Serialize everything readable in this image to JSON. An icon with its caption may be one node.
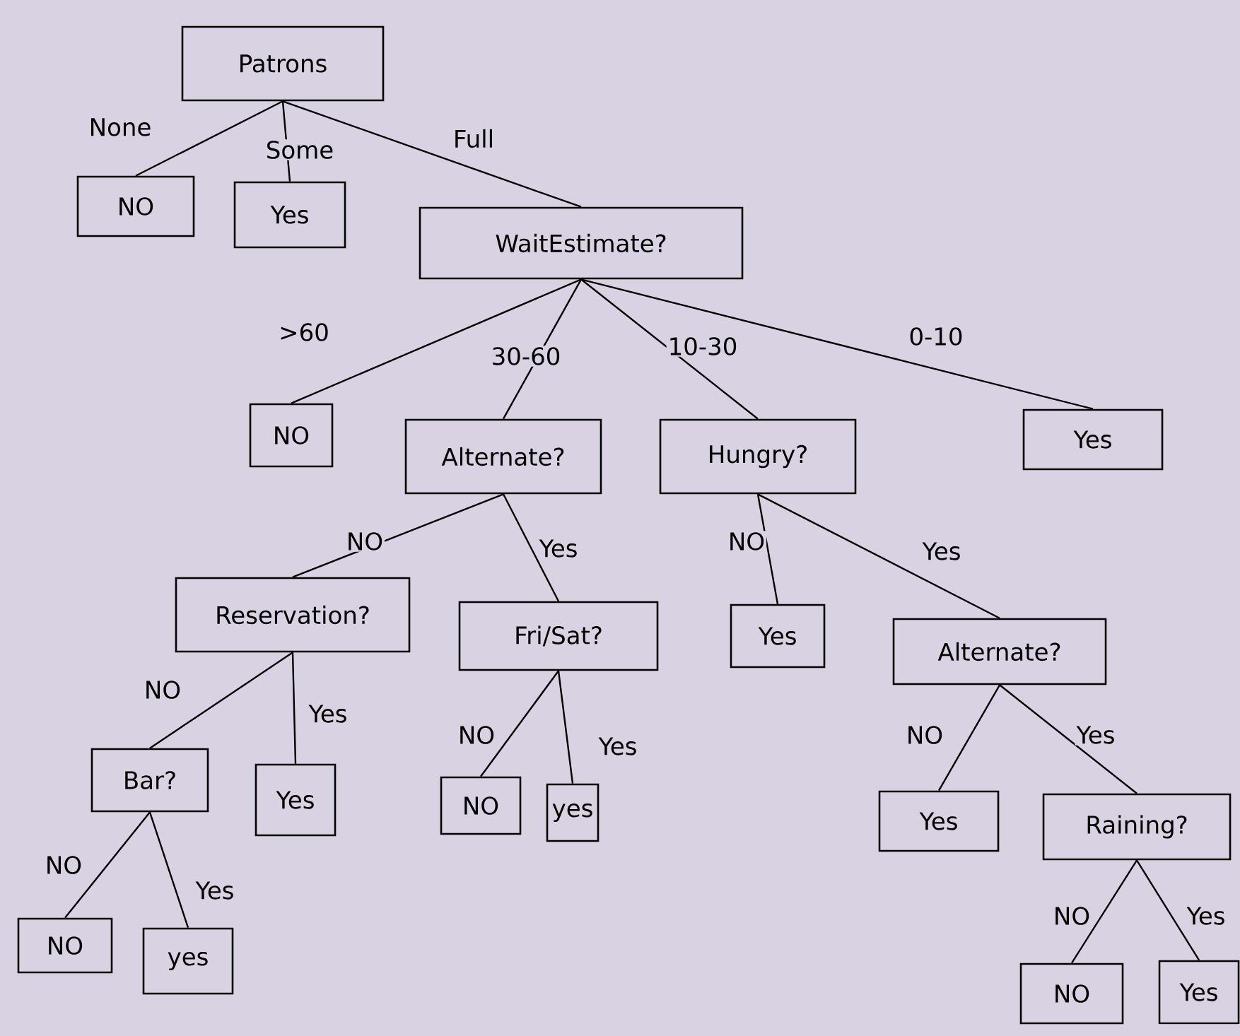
{
  "diagram": {
    "nodes": [
      {
        "text": [
          "Patrons"
        ]
      },
      {
        "text": [
          "NO"
        ]
      },
      {
        "text": [
          "Yes"
        ]
      },
      {
        "text": [
          "WaitEstimate?"
        ]
      },
      {
        "text": [
          "NO"
        ]
      },
      {
        "text": [
          "Alternate?"
        ]
      },
      {
        "text": [
          "Hungry?"
        ]
      },
      {
        "text": [
          "Yes"
        ]
      },
      {
        "text": [
          "Reservation?"
        ]
      },
      {
        "text": [
          "Fri/Sat?"
        ]
      },
      {
        "text": [
          "Yes"
        ]
      },
      {
        "text": [
          "Alternate?"
        ]
      },
      {
        "text": [
          "Bar?"
        ]
      },
      {
        "text": [
          "Yes"
        ]
      },
      {
        "text": [
          "NO"
        ]
      },
      {
        "text": [
          "yes"
        ]
      },
      {
        "text": [
          "Yes"
        ]
      },
      {
        "text": [
          "Raining?"
        ]
      },
      {
        "text": [
          "NO"
        ]
      },
      {
        "text": [
          "yes"
        ]
      },
      {
        "text": [
          "NO"
        ]
      },
      {
        "text": [
          "Yes"
        ]
      }
    ],
    "edges": [
      {
        "from": 0,
        "to": 1,
        "arrow": "none",
        "label": "None"
      },
      {
        "from": 0,
        "to": 2,
        "arrow": "none",
        "label": "Some"
      },
      {
        "from": 0,
        "to": 3,
        "arrow": "none",
        "label": "Full"
      },
      {
        "from": 3,
        "to": 4,
        "arrow": "none",
        "label": ">60"
      },
      {
        "from": 3,
        "to": 5,
        "arrow": "none",
        "label": "30-60"
      },
      {
        "from": 3,
        "to": 6,
        "arrow": "none",
        "label": "10-30"
      },
      {
        "from": 3,
        "to": 7,
        "arrow": "none",
        "label": "0-10"
      },
      {
        "from": 5,
        "to": 8,
        "arrow": "none",
        "label": "NO"
      },
      {
        "from": 5,
        "to": 9,
        "arrow": "none",
        "label": "Yes"
      },
      {
        "from": 6,
        "to": 10,
        "arrow": "none",
        "label": "NO"
      },
      {
        "from": 6,
        "to": 11,
        "arrow": "none",
        "label": "Yes"
      },
      {
        "from": 8,
        "to": 12,
        "arrow": "none",
        "label": "NO"
      },
      {
        "from": 8,
        "to": 13,
        "arrow": "none",
        "label": "Yes"
      },
      {
        "from": 9,
        "to": 14,
        "arrow": "none",
        "label": "NO"
      },
      {
        "from": 9,
        "to": 15,
        "arrow": "none",
        "label": "Yes"
      },
      {
        "from": 11,
        "to": 16,
        "arrow": "none",
        "label": "NO"
      },
      {
        "from": 11,
        "to": 17,
        "arrow": "none",
        "label": "Yes"
      },
      {
        "from": 12,
        "to": 18,
        "arrow": "none",
        "label": "NO"
      },
      {
        "from": 12,
        "to": 19,
        "arrow": "none",
        "label": "Yes"
      },
      {
        "from": 17,
        "to": 20,
        "arrow": "none",
        "label": "NO"
      },
      {
        "from": 17,
        "to": 21,
        "arrow": "none",
        "label": "Yes"
      }
    ]
  }
}
